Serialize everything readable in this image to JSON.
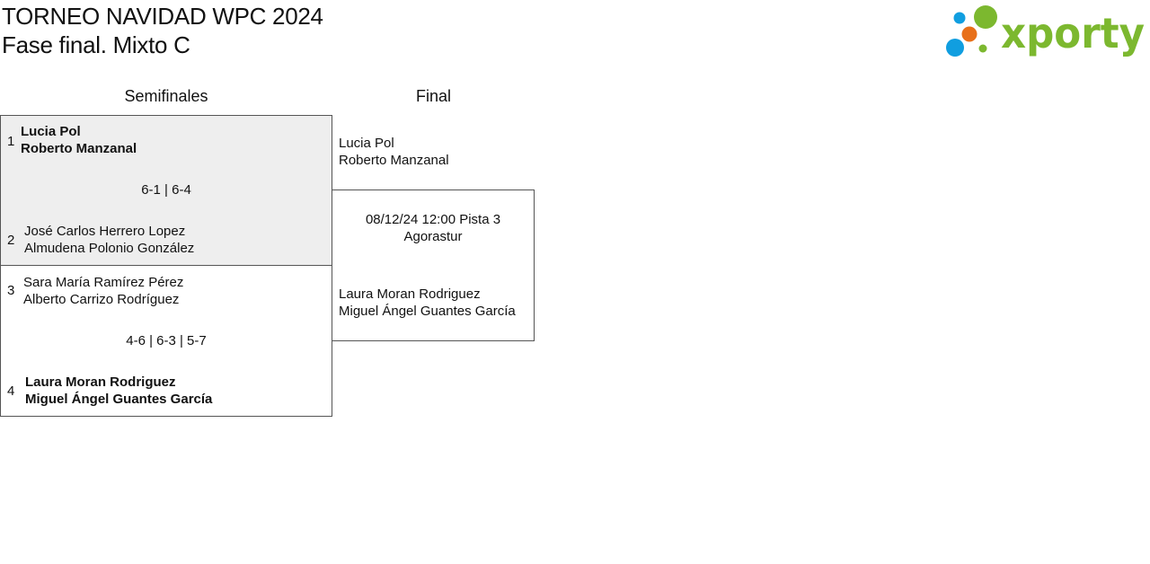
{
  "header": {
    "title_line1": "TORNEO NAVIDAD WPC 2024",
    "title_line2": "Fase final. Mixto C",
    "logo_text": "xporty"
  },
  "colors": {
    "logo_green": "#7cb82f",
    "logo_blue": "#109ee0",
    "logo_orange": "#e8701a",
    "winner_background": "#eeeeee",
    "border": "#555555"
  },
  "rounds": {
    "semifinal_label": "Semifinales",
    "final_label": "Final"
  },
  "semifinal_1": {
    "seed_top": "1",
    "team_top": [
      "Lucia Pol",
      "Roberto Manzanal"
    ],
    "score": "6-1 | 6-4",
    "seed_bottom": "2",
    "team_bottom": [
      "José Carlos Herrero Lopez",
      "Almudena Polonio González"
    ]
  },
  "semifinal_2": {
    "seed_top": "3",
    "team_top": [
      "Sara María Ramírez Pérez",
      "Alberto Carrizo Rodríguez"
    ],
    "score": "4-6 | 6-3 | 5-7",
    "seed_bottom": "4",
    "team_bottom": [
      "Laura Moran Rodriguez",
      "Miguel Ángel Guantes García"
    ]
  },
  "final": {
    "team_top": [
      "Lucia Pol",
      "Roberto Manzanal"
    ],
    "schedule": "08/12/24 12:00 Pista 3",
    "venue": "Agorastur",
    "team_bottom": [
      "Laura Moran Rodriguez",
      "Miguel Ángel Guantes García"
    ]
  }
}
